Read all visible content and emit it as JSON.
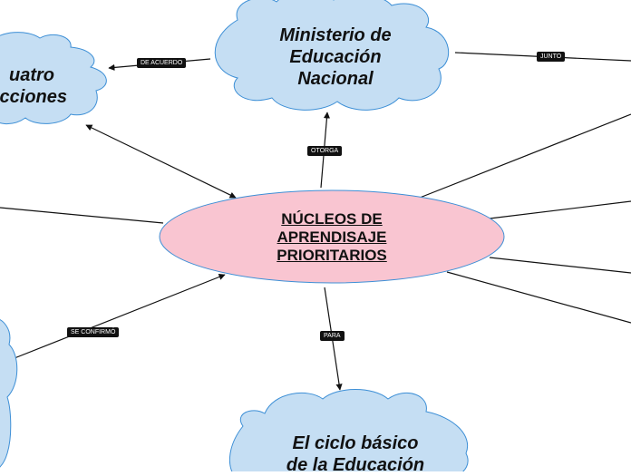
{
  "center": {
    "lines": [
      "NÚCLEOS DE",
      "APRENDISAJE",
      "PRIORITARIOS"
    ]
  },
  "nodes": {
    "ministerio": {
      "lines": [
        "Ministerio de",
        "Educación",
        "Nacional"
      ]
    },
    "cuatro": {
      "lines": [
        "uatro",
        "cciones"
      ]
    },
    "ciclo": {
      "lines": [
        "El ciclo básico",
        "de la Educación"
      ]
    }
  },
  "edges": {
    "otorga": "OTORGA",
    "de_acuerdo": "DE ACUERDO",
    "junto": "JUNTO",
    "se_confirmo": "SE CONFIRMÓ",
    "para": "PARA"
  },
  "colors": {
    "cloud_fill": "#c5def3",
    "cloud_stroke": "#3d8fd6",
    "center_fill": "#f9c5d1",
    "center_stroke": "#3d8fd6",
    "line": "#111111"
  }
}
